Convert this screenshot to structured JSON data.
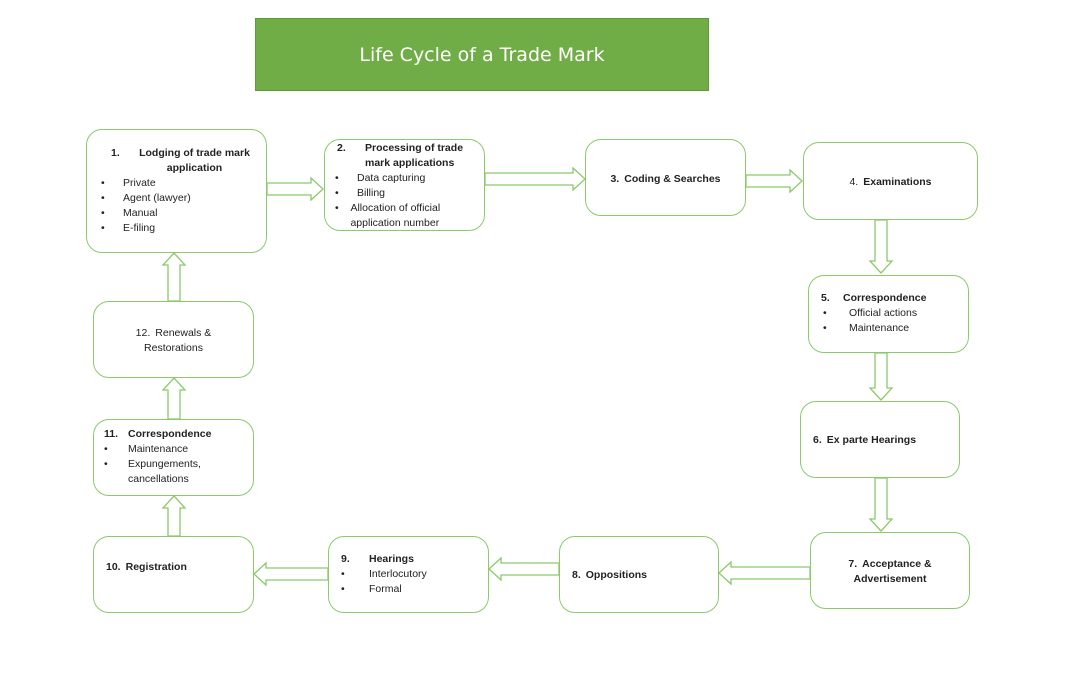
{
  "title": "Life Cycle of a Trade Mark",
  "accent_color": "#70ad47",
  "border_color": "#8cc96b",
  "steps": [
    {
      "num": "1.",
      "label": "Lodging of trade mark application",
      "items": [
        "Private",
        "Agent (lawyer)",
        "Manual",
        "E-filing"
      ]
    },
    {
      "num": "2.",
      "label": "Processing of trade mark applications",
      "items": [
        "Data capturing",
        "Billing",
        "Allocation of official application number"
      ]
    },
    {
      "num": "3.",
      "label": "Coding & Searches",
      "items": []
    },
    {
      "num": "4.",
      "label": "Examinations",
      "items": []
    },
    {
      "num": "5.",
      "label": "Correspondence",
      "items": [
        "Official actions",
        "Maintenance"
      ]
    },
    {
      "num": "6.",
      "label": "Ex parte Hearings",
      "items": []
    },
    {
      "num": "7.",
      "label": "Acceptance & Advertisement",
      "items": []
    },
    {
      "num": "8.",
      "label": "Oppositions",
      "items": []
    },
    {
      "num": "9.",
      "label": "Hearings",
      "items": [
        "Interlocutory",
        "Formal"
      ]
    },
    {
      "num": "10.",
      "label": "Registration",
      "items": []
    },
    {
      "num": "11.",
      "label": "Correspondence",
      "items": [
        "Maintenance",
        "Expungements, cancellations"
      ]
    },
    {
      "num": "12.",
      "label": "Renewals & Restorations",
      "items": []
    }
  ],
  "bullet": "•",
  "flow": [
    {
      "from": 1,
      "to": 2,
      "direction": "right"
    },
    {
      "from": 2,
      "to": 3,
      "direction": "right"
    },
    {
      "from": 3,
      "to": 4,
      "direction": "right"
    },
    {
      "from": 4,
      "to": 5,
      "direction": "down"
    },
    {
      "from": 5,
      "to": 6,
      "direction": "down"
    },
    {
      "from": 6,
      "to": 7,
      "direction": "down"
    },
    {
      "from": 7,
      "to": 8,
      "direction": "left"
    },
    {
      "from": 8,
      "to": 9,
      "direction": "left"
    },
    {
      "from": 9,
      "to": 10,
      "direction": "left"
    },
    {
      "from": 10,
      "to": 11,
      "direction": "up"
    },
    {
      "from": 11,
      "to": 12,
      "direction": "up"
    },
    {
      "from": 12,
      "to": 1,
      "direction": "up"
    }
  ]
}
